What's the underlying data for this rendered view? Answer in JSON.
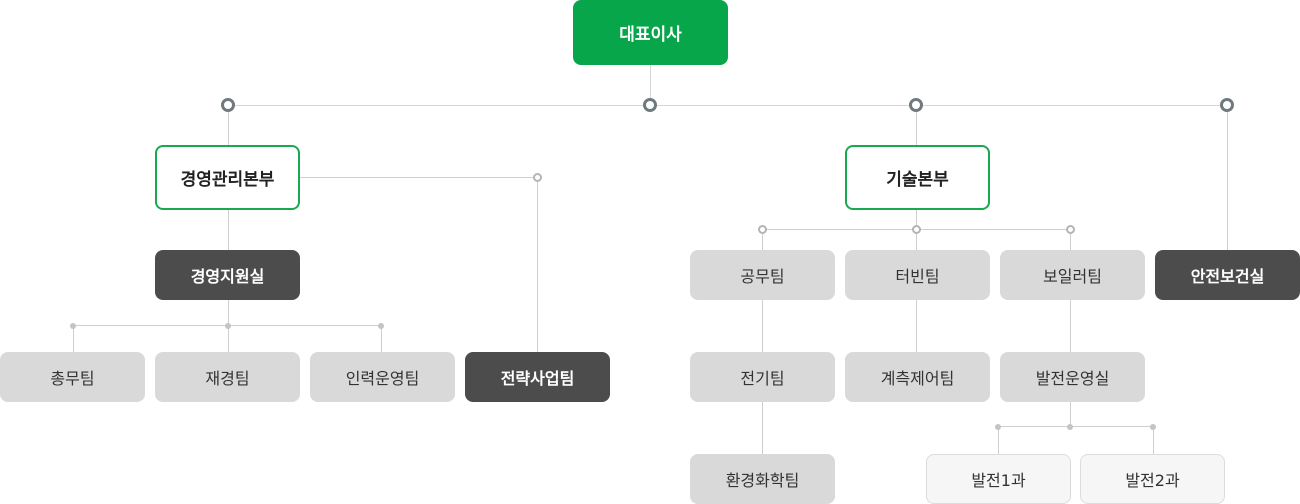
{
  "diagram": {
    "root": "대표이사",
    "divisions": {
      "management": "경영관리본부",
      "technical": "기술본부"
    },
    "offices": {
      "management_support": "경영지원실",
      "strategic_business": "전략사업팀",
      "safety_health": "안전보건실",
      "power_operation": "발전운영실"
    },
    "teams": {
      "general_affairs": "총무팀",
      "finance": "재경팀",
      "hr_operation": "인력운영팀",
      "construction": "공무팀",
      "turbine": "터빈팀",
      "boiler": "보일러팀",
      "electrical": "전기팀",
      "instrumentation_control": "계측제어팀",
      "environmental_chemistry": "환경화학팀",
      "power_section_1": "발전1과",
      "power_section_2": "발전2과"
    }
  }
}
